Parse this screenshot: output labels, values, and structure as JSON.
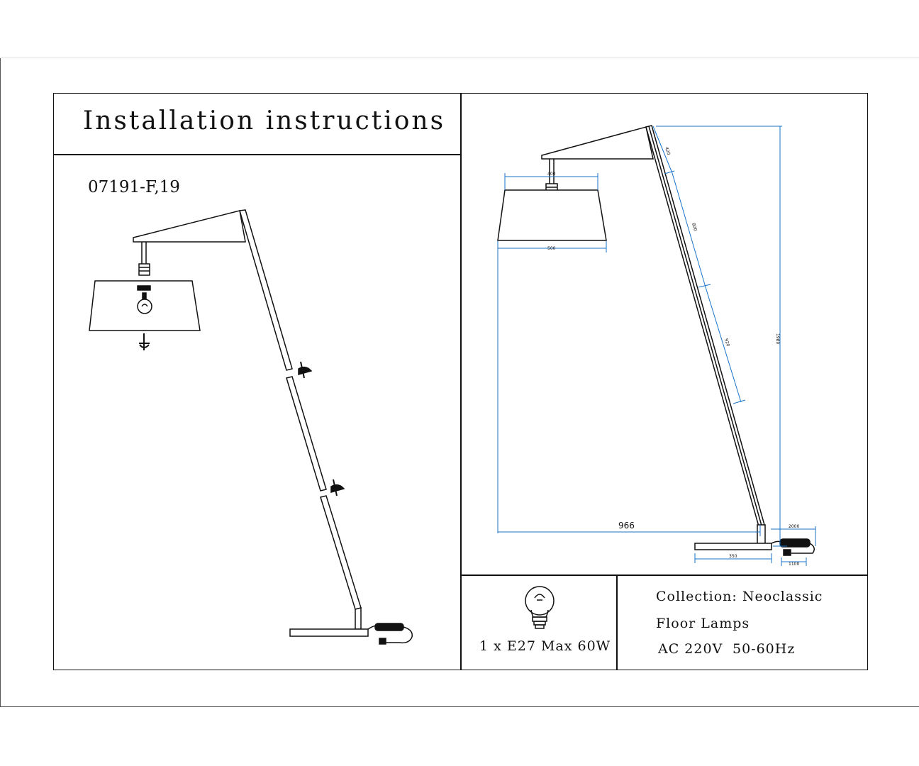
{
  "header": {
    "title": "Installation instructions",
    "model_code": "07191-F,19"
  },
  "dimensions": {
    "shade_top": "400",
    "shade_bottom": "500",
    "arm_seg_top": "420",
    "arm_seg_upper": "800",
    "arm_seg_lower": "920",
    "total_height": "1980",
    "horizontal_reach": "966",
    "cord_length": "2000",
    "base_width": "350",
    "plug_length": "1100"
  },
  "bulb": {
    "spec": "1 x E27 Max 60W"
  },
  "info": {
    "collection": "Collection: Neoclassic",
    "category": "Floor Lamps",
    "voltage": "AC 220V",
    "frequency": "50-60Hz"
  },
  "colors": {
    "line": "#111111",
    "dimension": "#1a73c9"
  }
}
